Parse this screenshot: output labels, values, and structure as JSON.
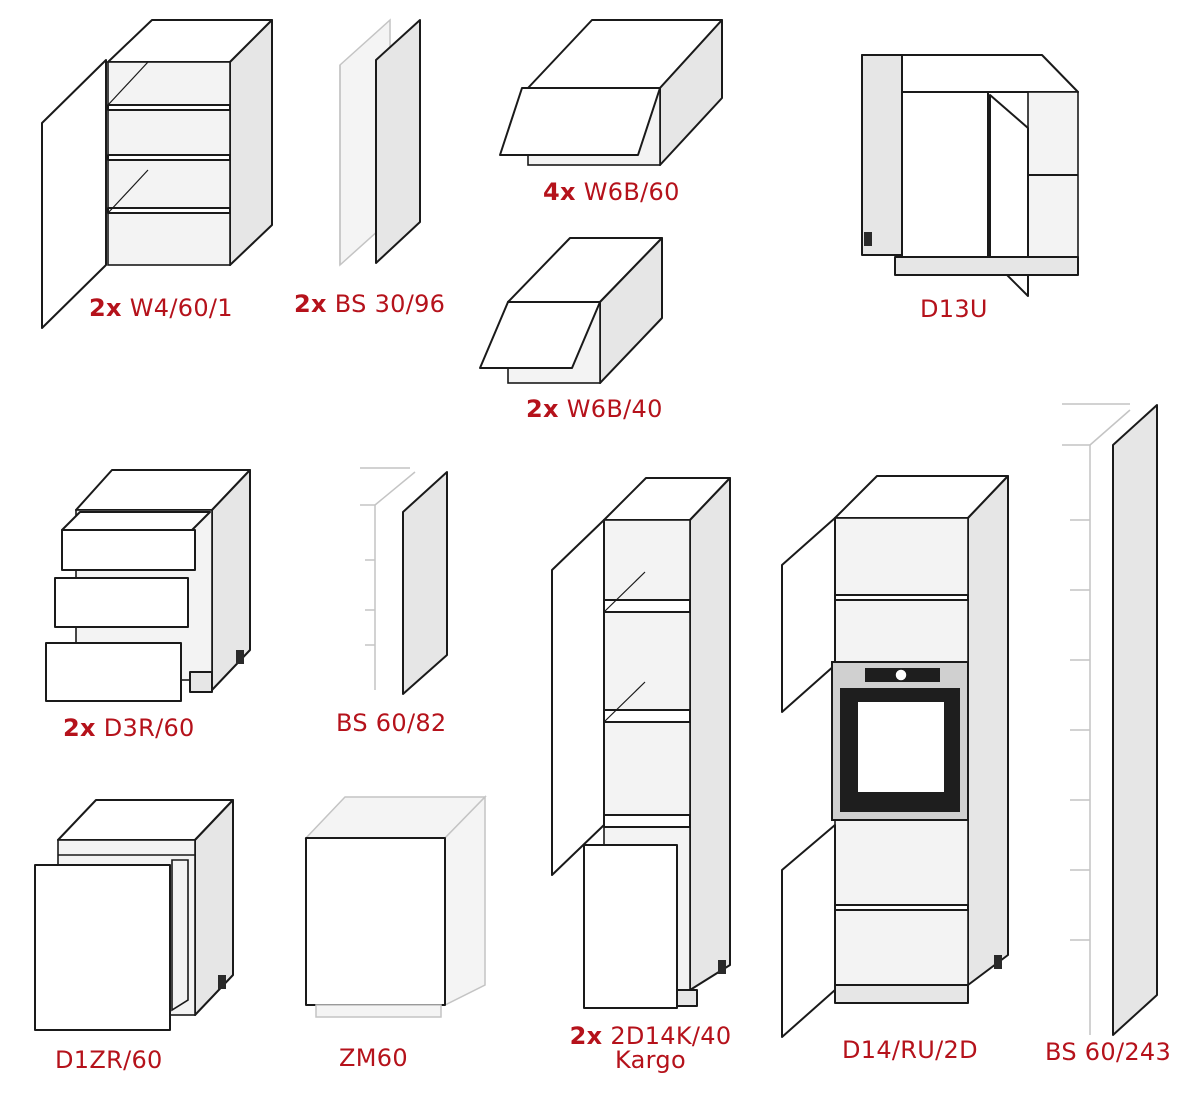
{
  "labels": {
    "w4": {
      "qty": "2x",
      "code": "W4/60/1"
    },
    "bs3096": {
      "qty": "2x",
      "code": "BS 30/96"
    },
    "w6b60": {
      "qty": "4x",
      "code": "W6B/60"
    },
    "w6b40": {
      "qty": "2x",
      "code": "W6B/40"
    },
    "d13u": {
      "code": "D13U"
    },
    "d3r": {
      "qty": "2x",
      "code": "D3R/60"
    },
    "bs6082": {
      "code": "BS 60/82"
    },
    "d1zr": {
      "code": "D1ZR/60"
    },
    "zm60": {
      "code": "ZM60"
    },
    "d14k": {
      "qty": "2x",
      "code": "2D14K/40",
      "sub": "Kargo"
    },
    "d14ru": {
      "code": "D14/RU/2D"
    },
    "bs60243": {
      "code": "BS 60/243"
    }
  },
  "colors": {
    "label": "#b5121b",
    "outline": "#1a1a1a",
    "side_panel": "#e6e6e6",
    "inner": "#f2f2f2",
    "ghost": "#c8c8c8"
  }
}
